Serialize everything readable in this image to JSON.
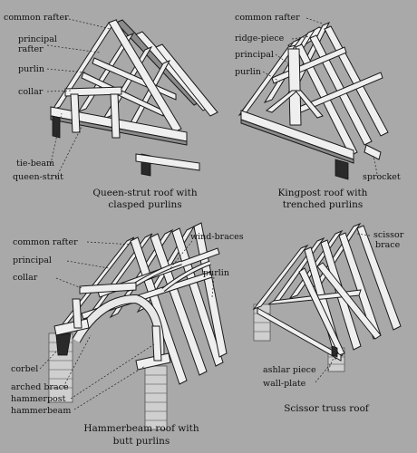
{
  "diagrams": [
    {
      "caption_line1": "Queen-strut roof with",
      "caption_line2": "clasped purlins",
      "labels": {
        "common_rafter": "common rafter",
        "principal_rafter_1": "principal",
        "principal_rafter_2": "rafter",
        "purlin": "purlin",
        "collar": "collar",
        "tie_beam": "tie-beam",
        "queen_strut": "queen-strut"
      }
    },
    {
      "caption_line1": "Kingpost roof with",
      "caption_line2": "trenched purlins",
      "labels": {
        "common_rafter": "common rafter",
        "ridge_piece": "ridge-piece",
        "principal": "principal",
        "purlin": "purlin",
        "sprocket": "sprocket"
      }
    },
    {
      "caption_line1": "Hammerbeam roof with",
      "caption_line2": "butt purlins",
      "labels": {
        "common_rafter": "common rafter",
        "principal": "principal",
        "collar": "collar",
        "wind_braces": "wind-braces",
        "purlin": "purlin",
        "corbel": "corbel",
        "arched_brace": "arched brace",
        "hammerpost": "hammerpost",
        "hammerbeam": "hammerbeam"
      }
    },
    {
      "caption_line1": "Scissor truss roof",
      "labels": {
        "scissor_1": "scissor",
        "scissor_2": "brace",
        "ashlar_piece": "ashlar piece",
        "wall_plate": "wall-plate"
      }
    }
  ]
}
